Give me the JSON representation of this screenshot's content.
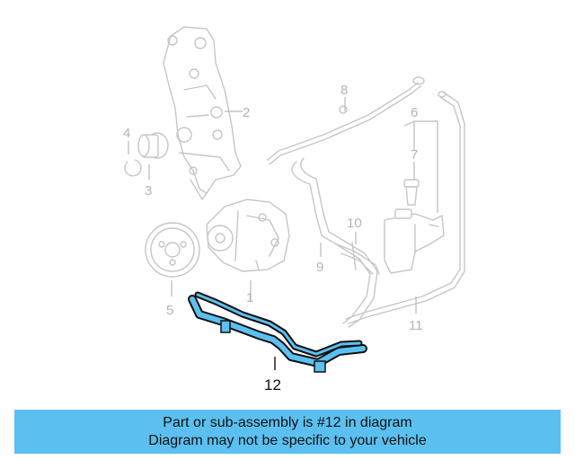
{
  "callouts": {
    "c1": "1",
    "c2": "2",
    "c3": "3",
    "c4": "4",
    "c5": "5",
    "c6": "6",
    "c7": "7",
    "c8": "8",
    "c9": "9",
    "c10": "10",
    "c11": "11",
    "c12": "12"
  },
  "highlight_color": "#5bc0f0",
  "banner": {
    "line1": "Part or sub-assembly is #12 in diagram",
    "line2": "Diagram may not be specific to your vehicle"
  }
}
